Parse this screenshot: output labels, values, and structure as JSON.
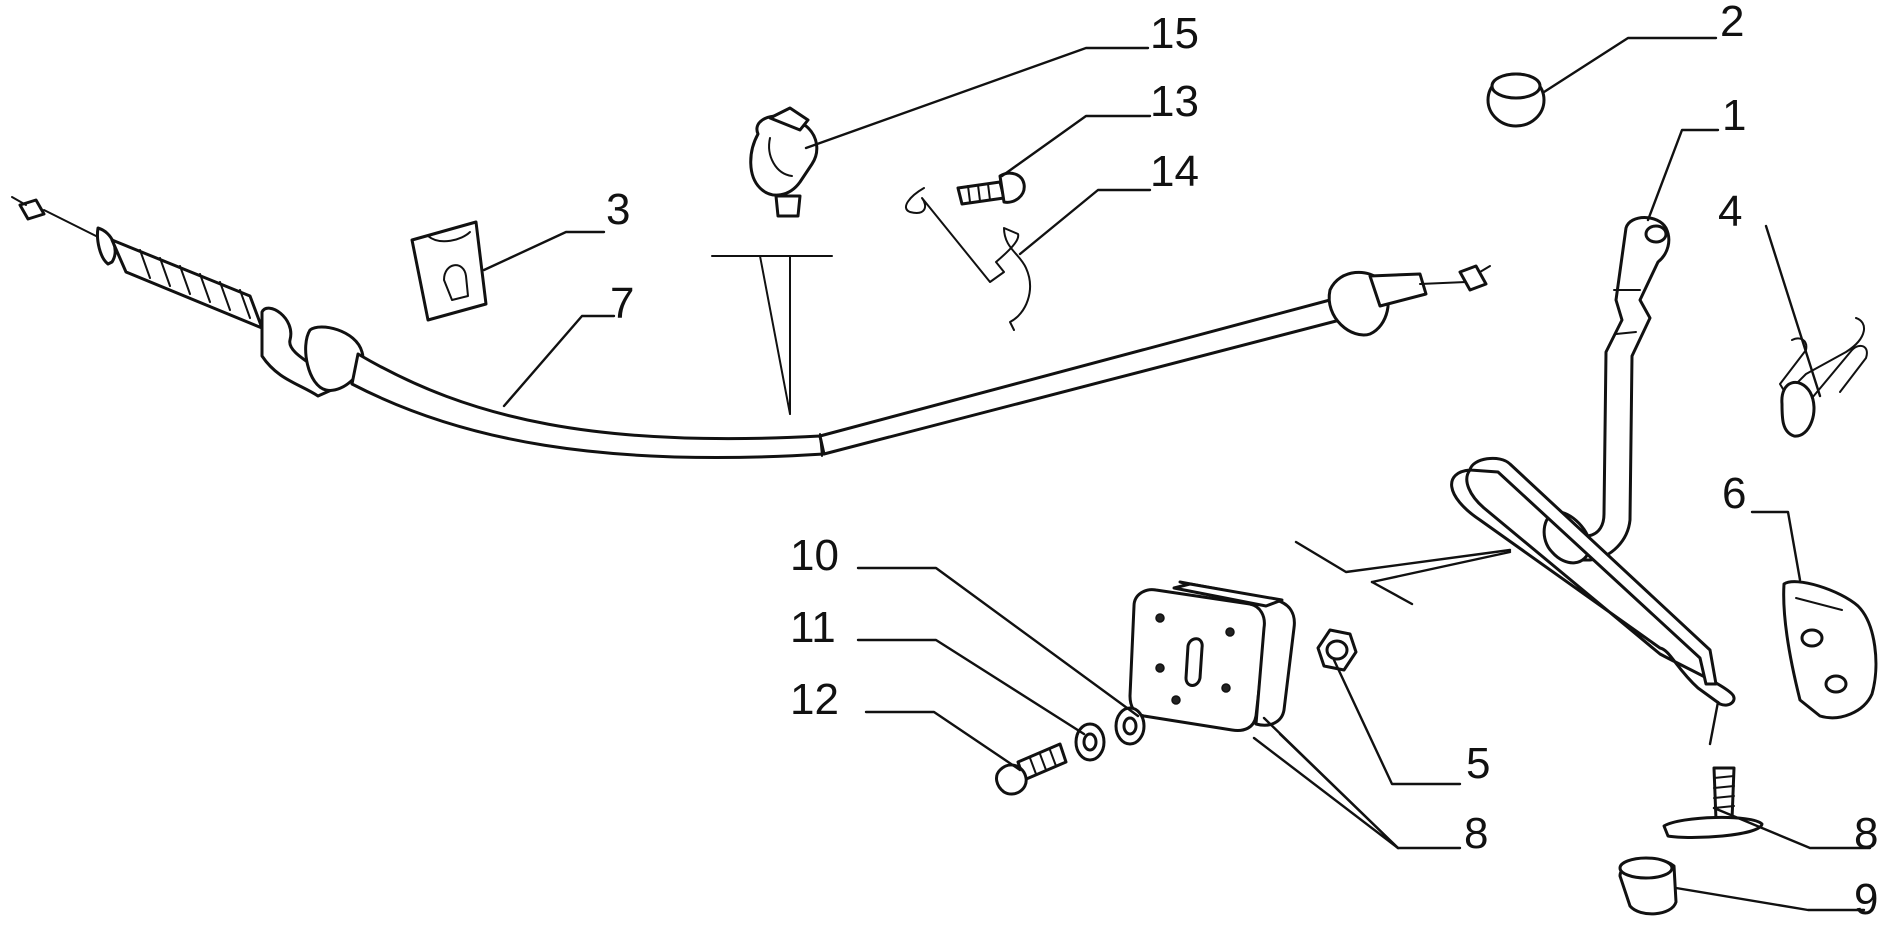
{
  "callouts": [
    {
      "id": "c15",
      "label": "15"
    },
    {
      "id": "c13",
      "label": "13"
    },
    {
      "id": "c14",
      "label": "14"
    },
    {
      "id": "c3",
      "label": "3"
    },
    {
      "id": "c7",
      "label": "7"
    },
    {
      "id": "c2",
      "label": "2"
    },
    {
      "id": "c1",
      "label": "1"
    },
    {
      "id": "c4",
      "label": "4"
    },
    {
      "id": "c6",
      "label": "6"
    },
    {
      "id": "c10",
      "label": "10"
    },
    {
      "id": "c11",
      "label": "11"
    },
    {
      "id": "c12",
      "label": "12"
    },
    {
      "id": "c5",
      "label": "5"
    },
    {
      "id": "c8a",
      "label": "8"
    },
    {
      "id": "c8b",
      "label": "8"
    },
    {
      "id": "c9",
      "label": "9"
    }
  ]
}
